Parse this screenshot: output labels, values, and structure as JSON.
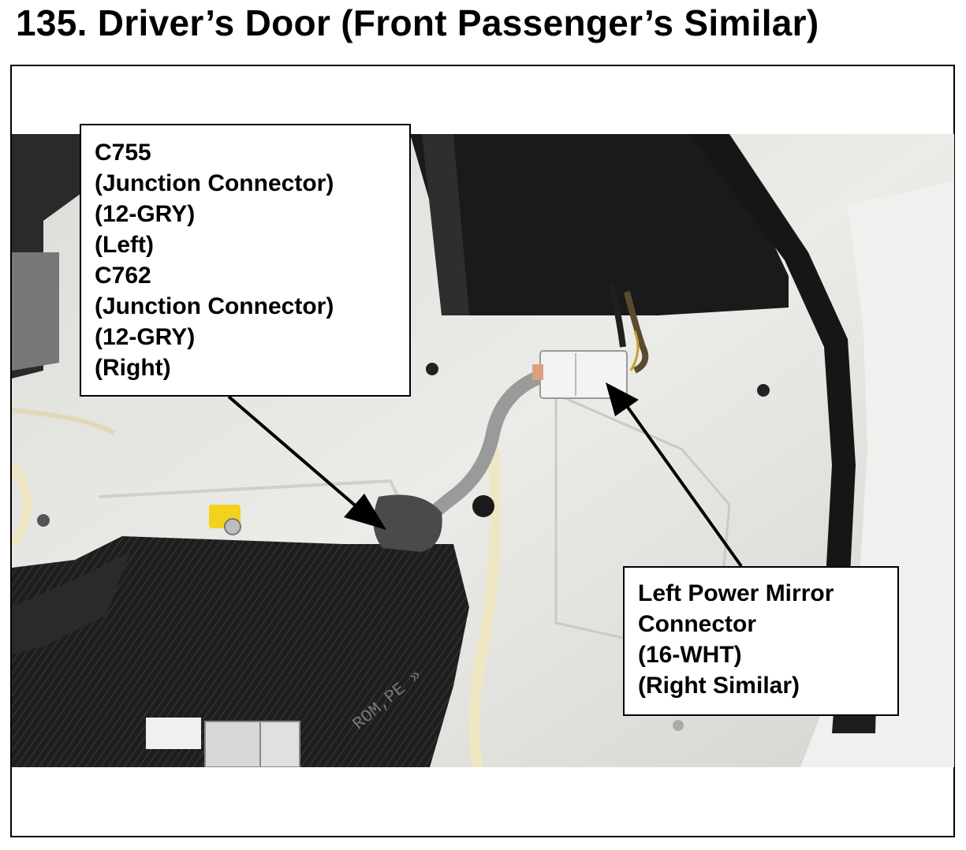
{
  "document": {
    "title": "135.  Driver’s Door (Front Passenger’s Similar)"
  },
  "callouts": {
    "junction": {
      "lines": [
        "C755",
        "(Junction Connector)",
        "(12-GRY)",
        "(Left)",
        "C762",
        "(Junction Connector)",
        "(12-GRY)",
        "(Right)"
      ]
    },
    "mirror": {
      "lines": [
        "Left Power Mirror",
        "Connector",
        "(16-WHT)",
        "(Right Similar)"
      ]
    }
  },
  "colors": {
    "door_panel": "#e6e6e2",
    "watershield": "#1c1c1c",
    "glass": "#2b2b2b",
    "sealant": "#efe6c4",
    "label_border": "#000000",
    "yellow_clip": "#f2d21c"
  }
}
